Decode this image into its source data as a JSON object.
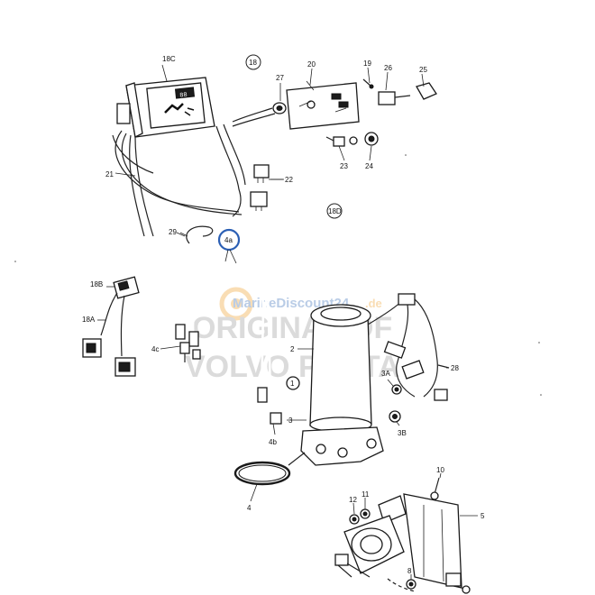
{
  "diagram": {
    "callouts": {
      "p18C": "18C",
      "p18": "18",
      "p20": "20",
      "p19": "19",
      "p26": "26",
      "p25": "25",
      "p27": "27",
      "p21": "21",
      "p22": "22",
      "p23": "23",
      "p24": "24",
      "p18D": "18D",
      "p29": "29",
      "p4a": "4a",
      "p18B": "18B",
      "p18A": "18A",
      "p4c": "4c",
      "p2": "2",
      "p1": "1",
      "p3": "3",
      "p4b": "4b",
      "p3A": "3A",
      "p3B": "3B",
      "p28": "28",
      "p4": "4",
      "p10": "10",
      "p12": "12",
      "p11": "11",
      "p5": "5",
      "p8": "8"
    },
    "display_reading": "88",
    "watermark": {
      "brand": "MarineDiscount24",
      "brand_suffix": ".de",
      "line1": "ORIGINAL OF",
      "line2": "VOLVO PENTA"
    },
    "highlight_color": "#2b5fb4",
    "watermark_color": "#f0a02a"
  }
}
